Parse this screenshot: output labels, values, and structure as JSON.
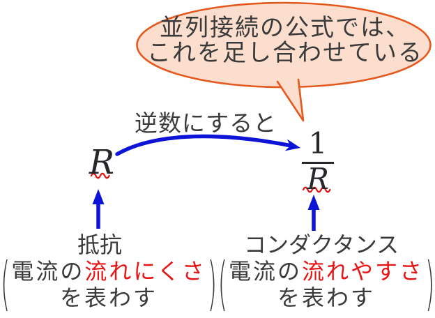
{
  "bubble": {
    "line1": "並列接続の公式では、",
    "line2": "これを足し合わせている"
  },
  "reciprocal": {
    "label": "逆数にすると"
  },
  "resistance": {
    "symbol": "R",
    "label": "抵抗",
    "desc_prefix": "電流の",
    "desc_highlight": "流れにくさ",
    "desc_suffix": "を表わす"
  },
  "conductance": {
    "numerator": "1",
    "denominator": "R",
    "label": "コンダクタンス",
    "desc_prefix": "電流の",
    "desc_highlight": "流れやすさ",
    "desc_suffix": "を表わす"
  },
  "parens": {
    "open": "(",
    "close": ")"
  },
  "colors": {
    "bubble_fill": "#fbdecd",
    "bubble_border": "#e5581d",
    "arrow_blue": "#0d14d8",
    "highlight_red": "#e81414",
    "wavy_red": "#e01212",
    "text_dark": "#3a3a3a",
    "math_dark": "#26262b"
  }
}
